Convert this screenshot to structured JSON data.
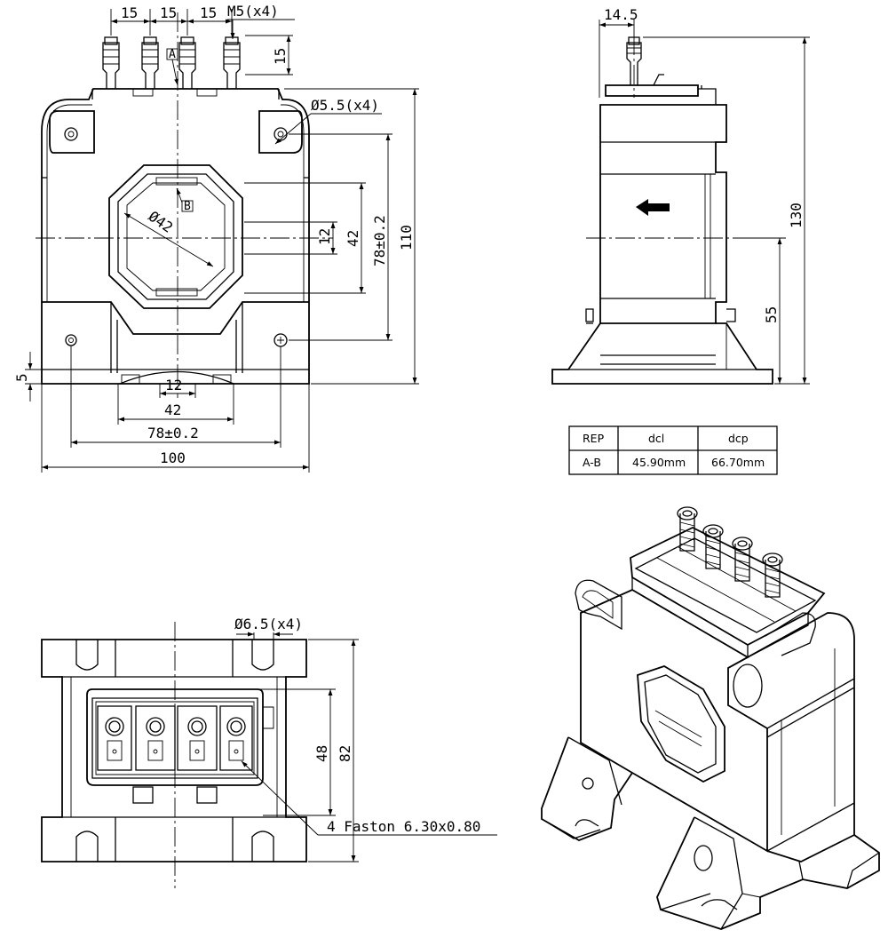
{
  "front_view": {
    "dims": {
      "pitch1": "15",
      "pitch2": "15",
      "pitch3": "15",
      "stud_thread": "M5(x4)",
      "stud_height": "15",
      "mount_hole": "Ø5.5(x4)",
      "aperture_diameter": "Ø42",
      "rail_inner": "12",
      "window_height": "42",
      "hole_pitch_vertical": "78±0.2",
      "height": "110",
      "base_thickness": "5",
      "bottom_12": "12",
      "bottom_42": "42",
      "hole_pitch_horizontal": "78±0.2",
      "width": "100"
    },
    "markers": {
      "a": "A",
      "b": "B"
    }
  },
  "side_view": {
    "dims": {
      "offset": "14.5",
      "total_height": "130",
      "center_height": "55"
    }
  },
  "table": {
    "headers": [
      "REP",
      "dcl",
      "dcp"
    ],
    "rows": [
      [
        "A-B",
        "45.90mm",
        "66.70mm"
      ]
    ]
  },
  "bottom_view": {
    "dims": {
      "slot": "Ø6.5(x4)",
      "inner": "48",
      "outer": "82"
    },
    "note": "4 Faston 6.30x0.80"
  },
  "iso_view": {
    "label": ""
  }
}
